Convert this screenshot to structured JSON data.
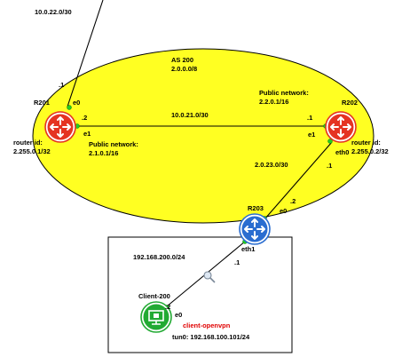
{
  "as": {
    "name": "AS 200",
    "prefix": "2.0.0.0/8",
    "fill_color": "#ffff22"
  },
  "routers": {
    "r201": {
      "label": "R201",
      "router_id_label": "router id:",
      "router_id": "2.255.0.1/32",
      "color": "#e53322"
    },
    "r202": {
      "label": "R202",
      "router_id_label": "router id:",
      "router_id": "2.255.0.2/32",
      "color": "#e53322"
    },
    "r203": {
      "label": "R203",
      "color": "#2a6dd0"
    }
  },
  "client": {
    "label": "Client-200",
    "note": "client-openvpn",
    "tun": "tun0: 192.168.100.101/24",
    "color": "#22aa33"
  },
  "networks": {
    "uplink": "10.0.22.0/30",
    "r201_r202": "10.0.21.0/30",
    "r202_r203": "2.0.23.0/30",
    "lan": "192.168.200.0/24",
    "public_r201_title": "Public network:",
    "public_r201": "2.1.0.1/16",
    "public_r202_title": "Public network:",
    "public_r202": "2.2.0.1/16"
  },
  "interfaces": {
    "r201_e0": "e0",
    "r201_e0_host": ".1",
    "r201_e1": "e1",
    "r201_e1_host": ".2",
    "r202_e1": "e1",
    "r202_e1_host": ".1",
    "r202_eth0": "eth0",
    "r202_eth0_host": ".1",
    "r203_e0": "e0",
    "r203_e0_host": ".2",
    "r203_eth1": "eth1",
    "r203_eth1_host": ".1",
    "client_e0": "e0",
    "client_e0_host": ".2"
  },
  "icons": {
    "router": "router-icon",
    "workstation": "workstation-icon",
    "capture": "magnifier-icon"
  }
}
